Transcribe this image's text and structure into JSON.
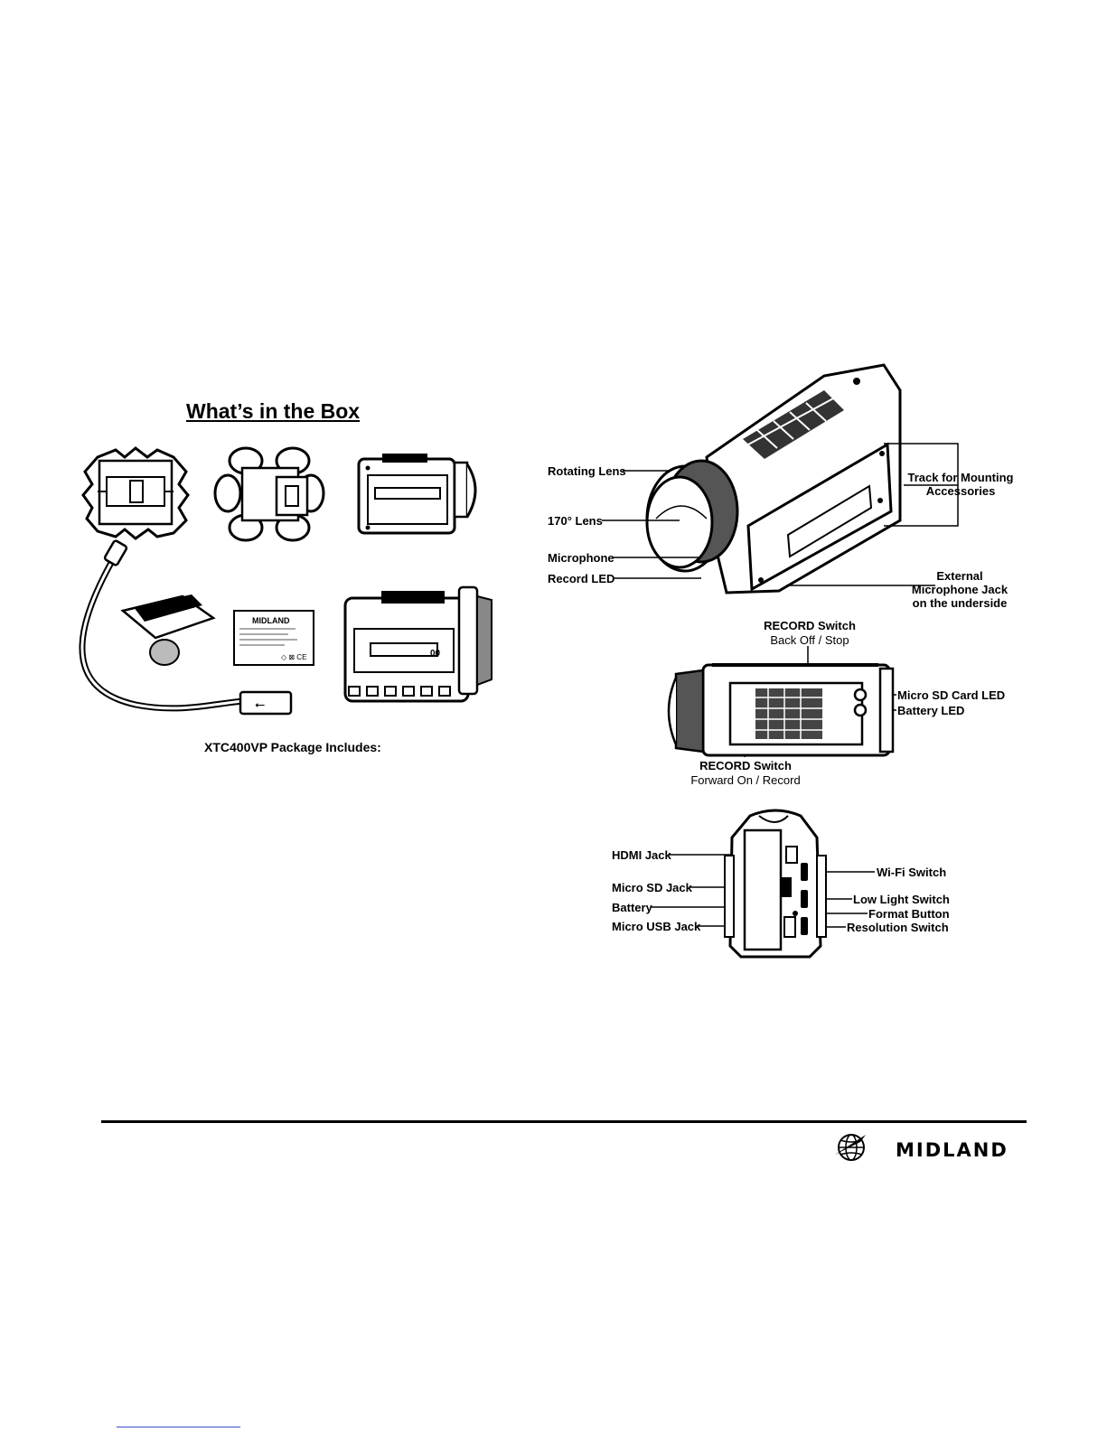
{
  "box_section": {
    "title": "What’s in the Box",
    "caption": "XTC400VP Package Includes:",
    "battery_brand": "MIDLAND"
  },
  "camera_labels": {
    "rotating_lens": "Rotating Lens",
    "lens_170": "170° Lens",
    "microphone": "Microphone",
    "record_led": "Record LED",
    "track_line1": "Track for Mounting",
    "track_line2": "Accessories",
    "ext_mic_line1": "External",
    "ext_mic_line2": "Microphone Jack",
    "ext_mic_line3": "on the underside"
  },
  "top_view_labels": {
    "record_switch_top": "RECORD Switch",
    "back_off_stop": "Back Off / Stop",
    "micro_sd_led": "Micro SD Card LED",
    "battery_led": "Battery LED",
    "record_switch_bottom": "RECORD Switch",
    "forward_on_record": "Forward On / Record"
  },
  "rear_view_labels": {
    "hdmi_jack": "HDMI Jack",
    "micro_sd_jack": "Micro SD Jack",
    "battery": "Battery",
    "micro_usb_jack": "Micro USB Jack",
    "wifi_switch": "Wi-Fi Switch",
    "low_light_switch": "Low Light Switch",
    "format_button": "Format Button",
    "resolution_switch": "Resolution Switch"
  },
  "footer": {
    "brand": "MIDLAND"
  },
  "icons": [
    "globe-logo-icon",
    "usb-icon"
  ]
}
